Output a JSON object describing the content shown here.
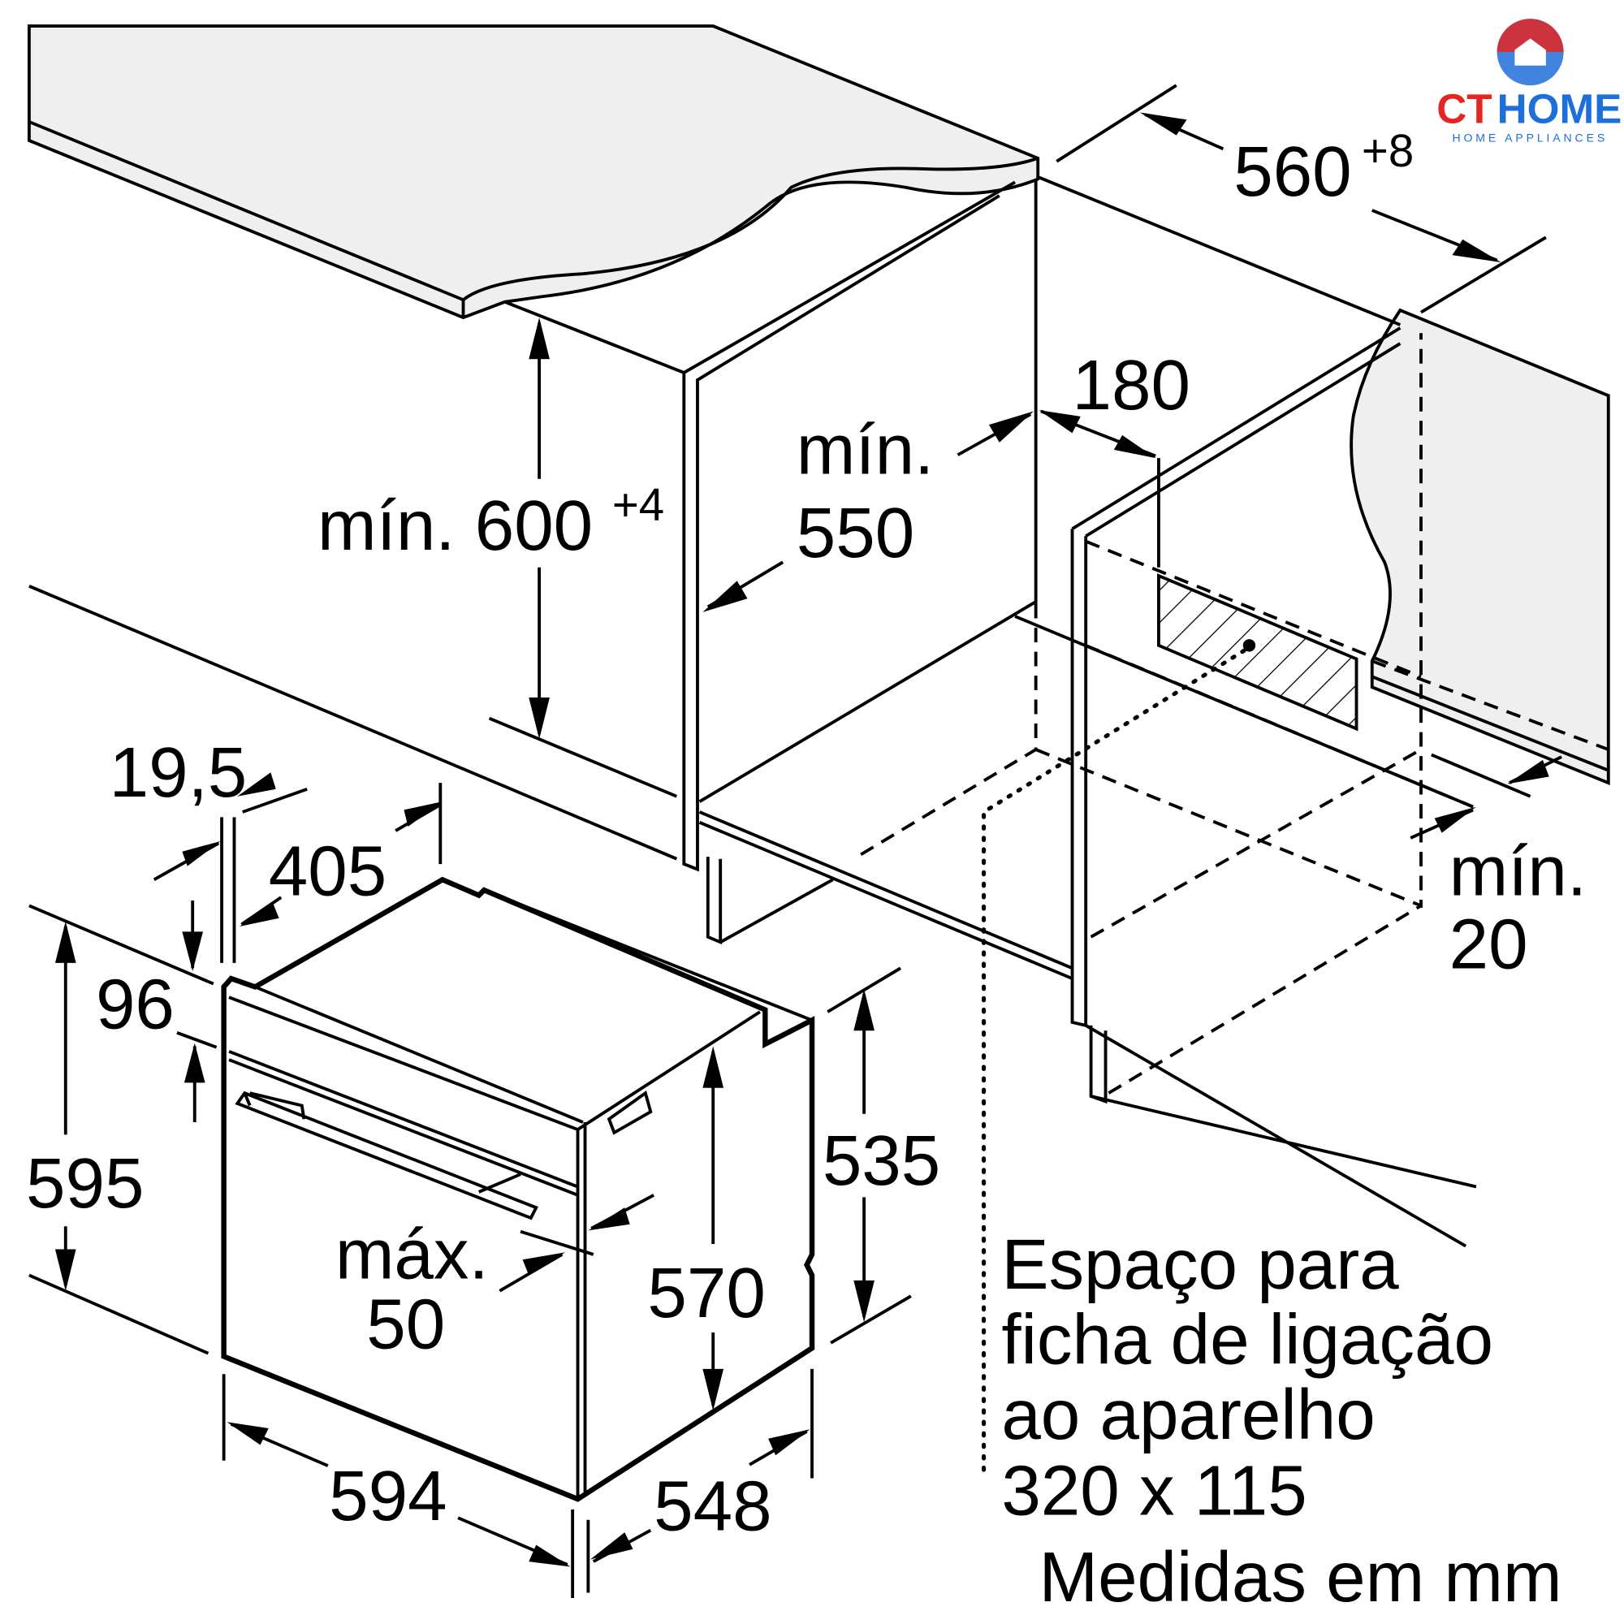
{
  "dimensions": {
    "niche_width": "560",
    "niche_width_tol": "+8",
    "niche_height_prefix": "mín. 600",
    "niche_height_tol": "+4",
    "niche_depth_line1": "mín.",
    "niche_depth_line2": "550",
    "socket_offset": "180",
    "rear_gap_line1": "mín.",
    "rear_gap_line2": "20",
    "panel_thickness": "19,5",
    "handle_depth": "405",
    "top_strip": "96",
    "oven_height": "595",
    "oven_body_height_side": "535",
    "oven_body_height_inner": "570",
    "max_line1": "máx.",
    "max_line2": "50",
    "oven_width": "594",
    "oven_depth": "548"
  },
  "note": {
    "line1": "Espaço para",
    "line2": "ficha de ligação",
    "line3": "ao aparelho",
    "line4": "320 x 115"
  },
  "units": "Medidas em mm",
  "watermark": {
    "brand": "CTHOME",
    "tagline": "HOME APPLIANCES",
    "colors": [
      "#e52521",
      "#1e6fd9"
    ]
  },
  "colors": {
    "line": "#000000",
    "surface": "#efefef"
  }
}
